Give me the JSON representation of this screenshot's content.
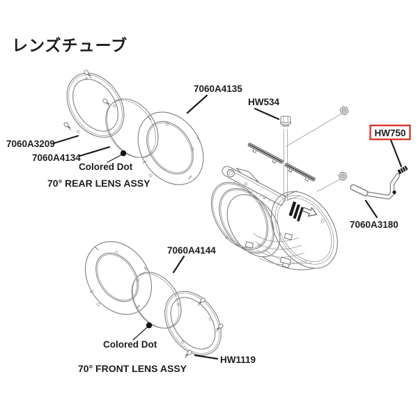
{
  "page": {
    "title": "レンズチューブ"
  },
  "colors": {
    "background": "#ffffff",
    "line_art": "#7d7d7d",
    "text": "#1d1d1b",
    "highlight_box": "#d93a2b"
  },
  "rear_assembly": {
    "ring_label": "7060A3209",
    "lens_label": "7060A4134",
    "dot_label": "Colored Dot",
    "plate_label": "7060A4135",
    "assembly_label": "70° REAR LENS ASSY"
  },
  "tube": {
    "bolt_label": "HW534",
    "set_screw_label": "HW750",
    "handle_label": "7060A3180"
  },
  "front_assembly": {
    "lens_label": "7060A4144",
    "dot_label": "Colored Dot",
    "assembly_label": "70° FRONT LENS ASSY",
    "screw_label": "HW1119"
  }
}
